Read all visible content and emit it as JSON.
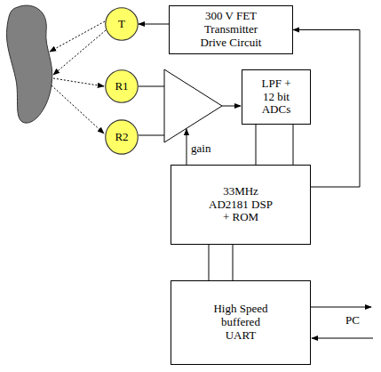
{
  "diagram": {
    "nodes": [
      {
        "text": [
          "T"
        ]
      },
      {
        "text": [
          "300 V FET Transmitter Drive Circuit"
        ]
      },
      {
        "text": [
          "R1"
        ]
      },
      {
        "text": [
          "R2"
        ]
      },
      {
        "text": [
          "LPF + 12 bit ADCs"
        ]
      },
      {
        "text": [
          "33MHz AD2181 DSP + ROM"
        ]
      },
      {
        "text": [
          "High Speed buffered UART"
        ]
      }
    ],
    "edges": [
      {
        "from": 1,
        "to": 0,
        "arrow": "to"
      },
      {
        "from": 5,
        "to": 1,
        "arrow": "to"
      },
      {
        "from": 4,
        "to": 5,
        "arrow": "none"
      },
      {
        "from": 4,
        "to": 5,
        "arrow": "none"
      },
      {
        "from": 5,
        "to": 6,
        "arrow": "none"
      },
      {
        "from": 5,
        "to": 6,
        "arrow": "none"
      }
    ],
    "labels": [
      "gain",
      "PC"
    ]
  }
}
